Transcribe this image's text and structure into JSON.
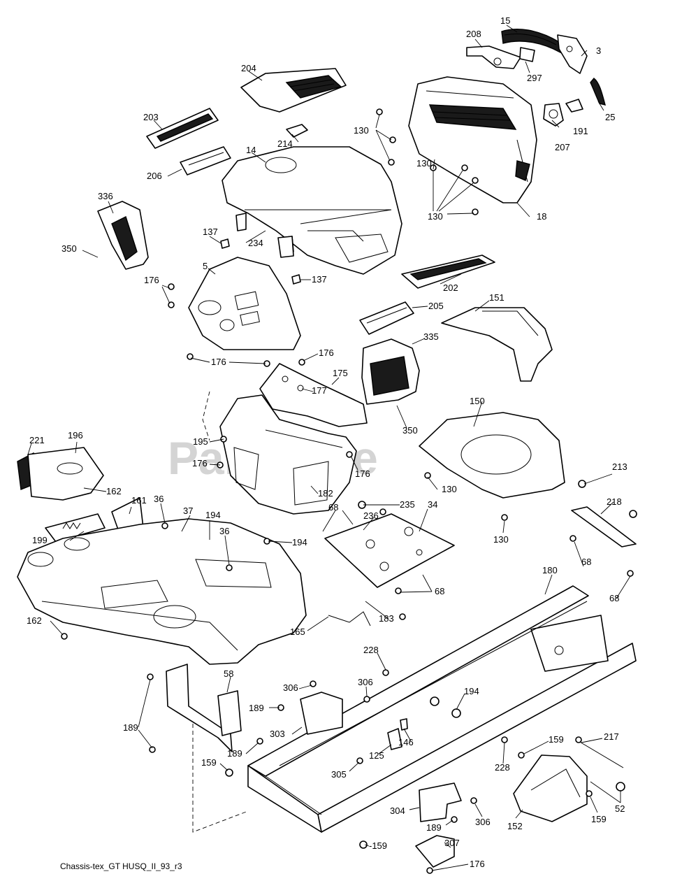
{
  "caption": "Chassis-tex_GT HUSQ_II_93_r3",
  "watermark": "PartsTree",
  "callouts": [
    {
      "id": "c15",
      "text": "15"
    },
    {
      "id": "c208",
      "text": "208"
    },
    {
      "id": "c3",
      "text": "3"
    },
    {
      "id": "c297",
      "text": "297"
    },
    {
      "id": "c25",
      "text": "25"
    },
    {
      "id": "c191",
      "text": "191"
    },
    {
      "id": "c207",
      "text": "207"
    },
    {
      "id": "c204",
      "text": "204"
    },
    {
      "id": "c203",
      "text": "203"
    },
    {
      "id": "c214",
      "text": "214"
    },
    {
      "id": "c14",
      "text": "14"
    },
    {
      "id": "c206",
      "text": "206"
    },
    {
      "id": "c130a",
      "text": "130"
    },
    {
      "id": "c130b",
      "text": "130"
    },
    {
      "id": "c130c",
      "text": "130"
    },
    {
      "id": "c18",
      "text": "18"
    },
    {
      "id": "c336",
      "text": "336"
    },
    {
      "id": "c350a",
      "text": "350"
    },
    {
      "id": "c137a",
      "text": "137"
    },
    {
      "id": "c234",
      "text": "234"
    },
    {
      "id": "c137b",
      "text": "137"
    },
    {
      "id": "c5",
      "text": "5"
    },
    {
      "id": "c176a",
      "text": "176"
    },
    {
      "id": "c202",
      "text": "202"
    },
    {
      "id": "c205",
      "text": "205"
    },
    {
      "id": "c151",
      "text": "151"
    },
    {
      "id": "c176b",
      "text": "176"
    },
    {
      "id": "c176c",
      "text": "176"
    },
    {
      "id": "c335",
      "text": "335"
    },
    {
      "id": "c175",
      "text": "175"
    },
    {
      "id": "c177",
      "text": "177"
    },
    {
      "id": "c350b",
      "text": "350"
    },
    {
      "id": "c150",
      "text": "150"
    },
    {
      "id": "c221",
      "text": "221"
    },
    {
      "id": "c196",
      "text": "196"
    },
    {
      "id": "c195",
      "text": "195"
    },
    {
      "id": "c176d",
      "text": "176"
    },
    {
      "id": "c176e",
      "text": "176"
    },
    {
      "id": "c130d",
      "text": "130"
    },
    {
      "id": "c213",
      "text": "213"
    },
    {
      "id": "c162a",
      "text": "162"
    },
    {
      "id": "c182",
      "text": "182"
    },
    {
      "id": "c161",
      "text": "161"
    },
    {
      "id": "c36a",
      "text": "36"
    },
    {
      "id": "c68a",
      "text": "68"
    },
    {
      "id": "c235",
      "text": "235"
    },
    {
      "id": "c34",
      "text": "34"
    },
    {
      "id": "c218",
      "text": "218"
    },
    {
      "id": "c37",
      "text": "37"
    },
    {
      "id": "c194a",
      "text": "194"
    },
    {
      "id": "c236",
      "text": "236"
    },
    {
      "id": "c199",
      "text": "199"
    },
    {
      "id": "c36b",
      "text": "36"
    },
    {
      "id": "c194b",
      "text": "194"
    },
    {
      "id": "c130e",
      "text": "130"
    },
    {
      "id": "c68b",
      "text": "68"
    },
    {
      "id": "c180",
      "text": "180"
    },
    {
      "id": "c68c",
      "text": "68"
    },
    {
      "id": "c68d",
      "text": "68"
    },
    {
      "id": "c162b",
      "text": "162"
    },
    {
      "id": "c183",
      "text": "183"
    },
    {
      "id": "c165",
      "text": "165"
    },
    {
      "id": "c228a",
      "text": "228"
    },
    {
      "id": "c58",
      "text": "58"
    },
    {
      "id": "c306a",
      "text": "306"
    },
    {
      "id": "c306b",
      "text": "306"
    },
    {
      "id": "c194c",
      "text": "194"
    },
    {
      "id": "c189a",
      "text": "189"
    },
    {
      "id": "c189b",
      "text": "189"
    },
    {
      "id": "c303",
      "text": "303"
    },
    {
      "id": "c146",
      "text": "146"
    },
    {
      "id": "c189c",
      "text": "189"
    },
    {
      "id": "c125",
      "text": "125"
    },
    {
      "id": "c159a",
      "text": "159"
    },
    {
      "id": "c217",
      "text": "217"
    },
    {
      "id": "c159b",
      "text": "159"
    },
    {
      "id": "c228b",
      "text": "228"
    },
    {
      "id": "c305",
      "text": "305"
    },
    {
      "id": "c52",
      "text": "52"
    },
    {
      "id": "c304",
      "text": "304"
    },
    {
      "id": "c306c",
      "text": "306"
    },
    {
      "id": "c152",
      "text": "152"
    },
    {
      "id": "c159c",
      "text": "159"
    },
    {
      "id": "c189d",
      "text": "189"
    },
    {
      "id": "c159d",
      "text": "159"
    },
    {
      "id": "c307",
      "text": "307"
    },
    {
      "id": "c176f",
      "text": "176"
    }
  ]
}
